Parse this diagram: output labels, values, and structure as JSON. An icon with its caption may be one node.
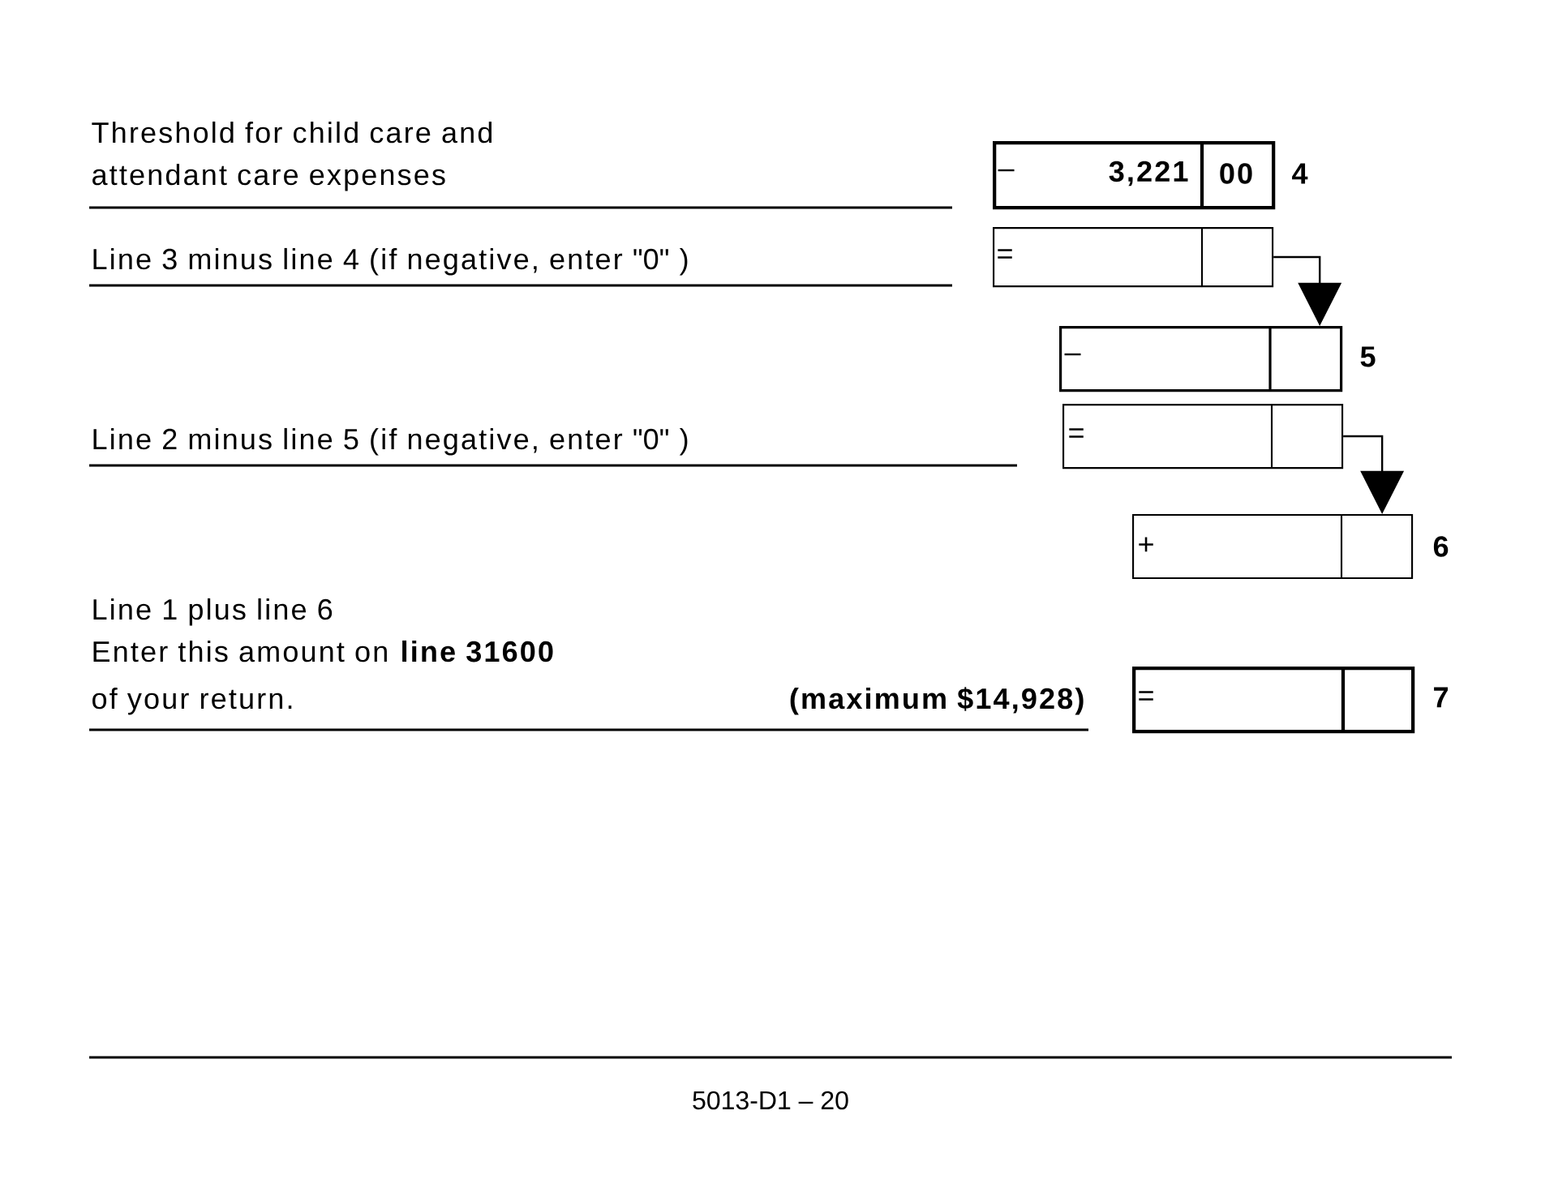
{
  "diagram": {
    "nodes": [
      {
        "text": [
          "–",
          "3,221",
          "00"
        ],
        "beside": [
          "4"
        ]
      },
      {
        "text": [
          "="
        ]
      },
      {
        "text": [
          "–"
        ],
        "beside": [
          "5"
        ]
      },
      {
        "text": [
          "="
        ]
      },
      {
        "text": [
          "+"
        ],
        "beside": [
          "6"
        ]
      },
      {
        "text": [
          "="
        ],
        "beside": [
          "7"
        ]
      }
    ],
    "edges": [
      {
        "from": 1,
        "to": 2,
        "arrow": "to"
      },
      {
        "from": 3,
        "to": 4,
        "arrow": "to"
      }
    ],
    "labels": [
      "Threshold for child care and",
      "attendant care expenses",
      "Line 3 minus line 4 (if negative, enter \"0\" )",
      "Line 2 minus line 5 (if negative, enter \"0\" )",
      "Line 1 plus line 6",
      "Enter this amount on **line 31600**",
      "of your return.",
      "(maximum $14,928)",
      "5013-D1 – 20"
    ]
  }
}
